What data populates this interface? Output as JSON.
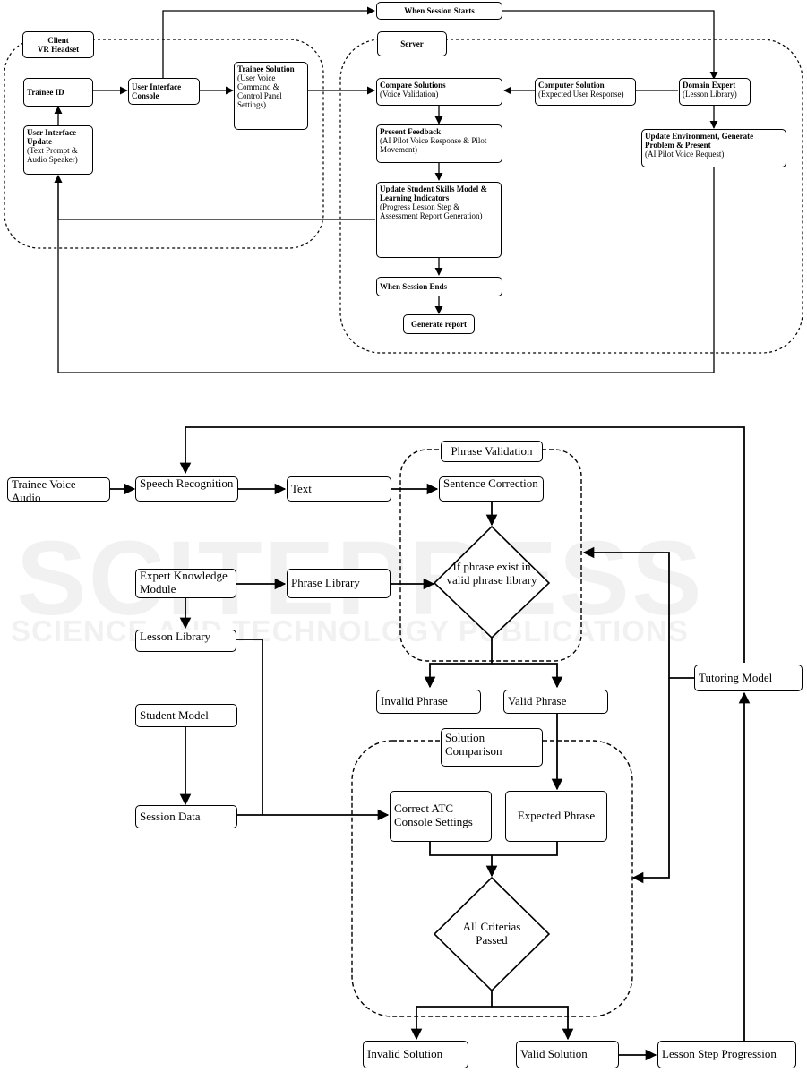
{
  "watermark": {
    "main": "SCITEPRESS",
    "sub": "SCIENCE AND TECHNOLOGY PUBLICATIONS"
  },
  "top": {
    "session_starts": "When Session Starts",
    "client": {
      "line1": "Client",
      "line2": "VR Headset"
    },
    "server": "Server",
    "trainee_id": "Trainee ID",
    "ui_console": "User Interface Console",
    "trainee_solution": {
      "title": "Trainee Solution",
      "detail": "(User Voice Command & Control Panel Settings)"
    },
    "ui_update": {
      "title": "User Interface Update",
      "detail": "(Text Prompt & Audio Speaker)"
    },
    "compare_solutions": {
      "title": "Compare Solutions",
      "detail": "(Voice Validation)"
    },
    "computer_solution": {
      "title": "Computer Solution",
      "detail": "(Expected User Response)"
    },
    "domain_expert": {
      "title": "Domain Expert",
      "detail": "(Lesson Library)"
    },
    "present_feedback": {
      "title": "Present Feedback",
      "detail": "(AI Pilot Voice Response & Pilot Movement)"
    },
    "update_env": {
      "title": "Update Environment, Generate Problem & Present",
      "detail": "(AI Pilot Voice Request)"
    },
    "update_student": {
      "title": "Update Student Skills Model & Learning Indicators",
      "detail": "(Progress Lesson Step & Assessment Report Generation)"
    },
    "session_ends": "When Session Ends",
    "generate_report": "Generate report"
  },
  "bottom": {
    "trainee_voice": "Trainee Voice Audio",
    "speech_recognition": "Speech Recognition",
    "text": "Text",
    "phrase_validation": "Phrase Validation",
    "sentence_correction": "Sentence Correction",
    "phrase_exists": "If phrase exist in valid phrase library",
    "expert_module": "Expert Knowledge Module",
    "phrase_library": "Phrase Library",
    "lesson_library": "Lesson Library",
    "invalid_phrase": "Invalid Phrase",
    "valid_phrase": "Valid Phrase",
    "tutoring_model": "Tutoring Model",
    "student_model": "Student Model",
    "solution_comparison": "Solution Comparison",
    "session_data": "Session Data",
    "correct_atc": "Correct ATC Console Settings",
    "expected_phrase": "Expected Phrase",
    "all_criterias": "All Criterias Passed",
    "invalid_solution": "Invalid Solution",
    "valid_solution": "Valid Solution",
    "lesson_step": "Lesson Step Progression"
  }
}
